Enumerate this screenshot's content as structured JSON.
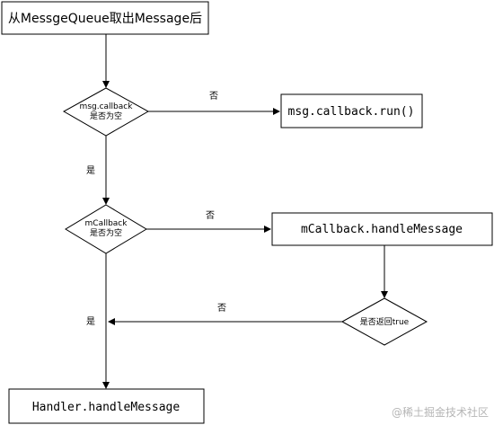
{
  "nodes": {
    "start": "从MessgeQueue取出Message后",
    "decision1_line1": "msg.callback",
    "decision1_line2": "是否为空",
    "action1": "msg.callback.run()",
    "decision2_line1": "mCallback",
    "decision2_line2": "是否为空",
    "action2": "mCallback.handleMessage",
    "decision3": "是否返回true",
    "end": "Handler.handleMessage"
  },
  "edges": {
    "d1_to_a1": "否",
    "d1_to_d2": "是",
    "d2_to_a2": "否",
    "d2_to_end": "是",
    "d3_to_main": "否"
  },
  "watermark": "@稀土掘金技术社区"
}
